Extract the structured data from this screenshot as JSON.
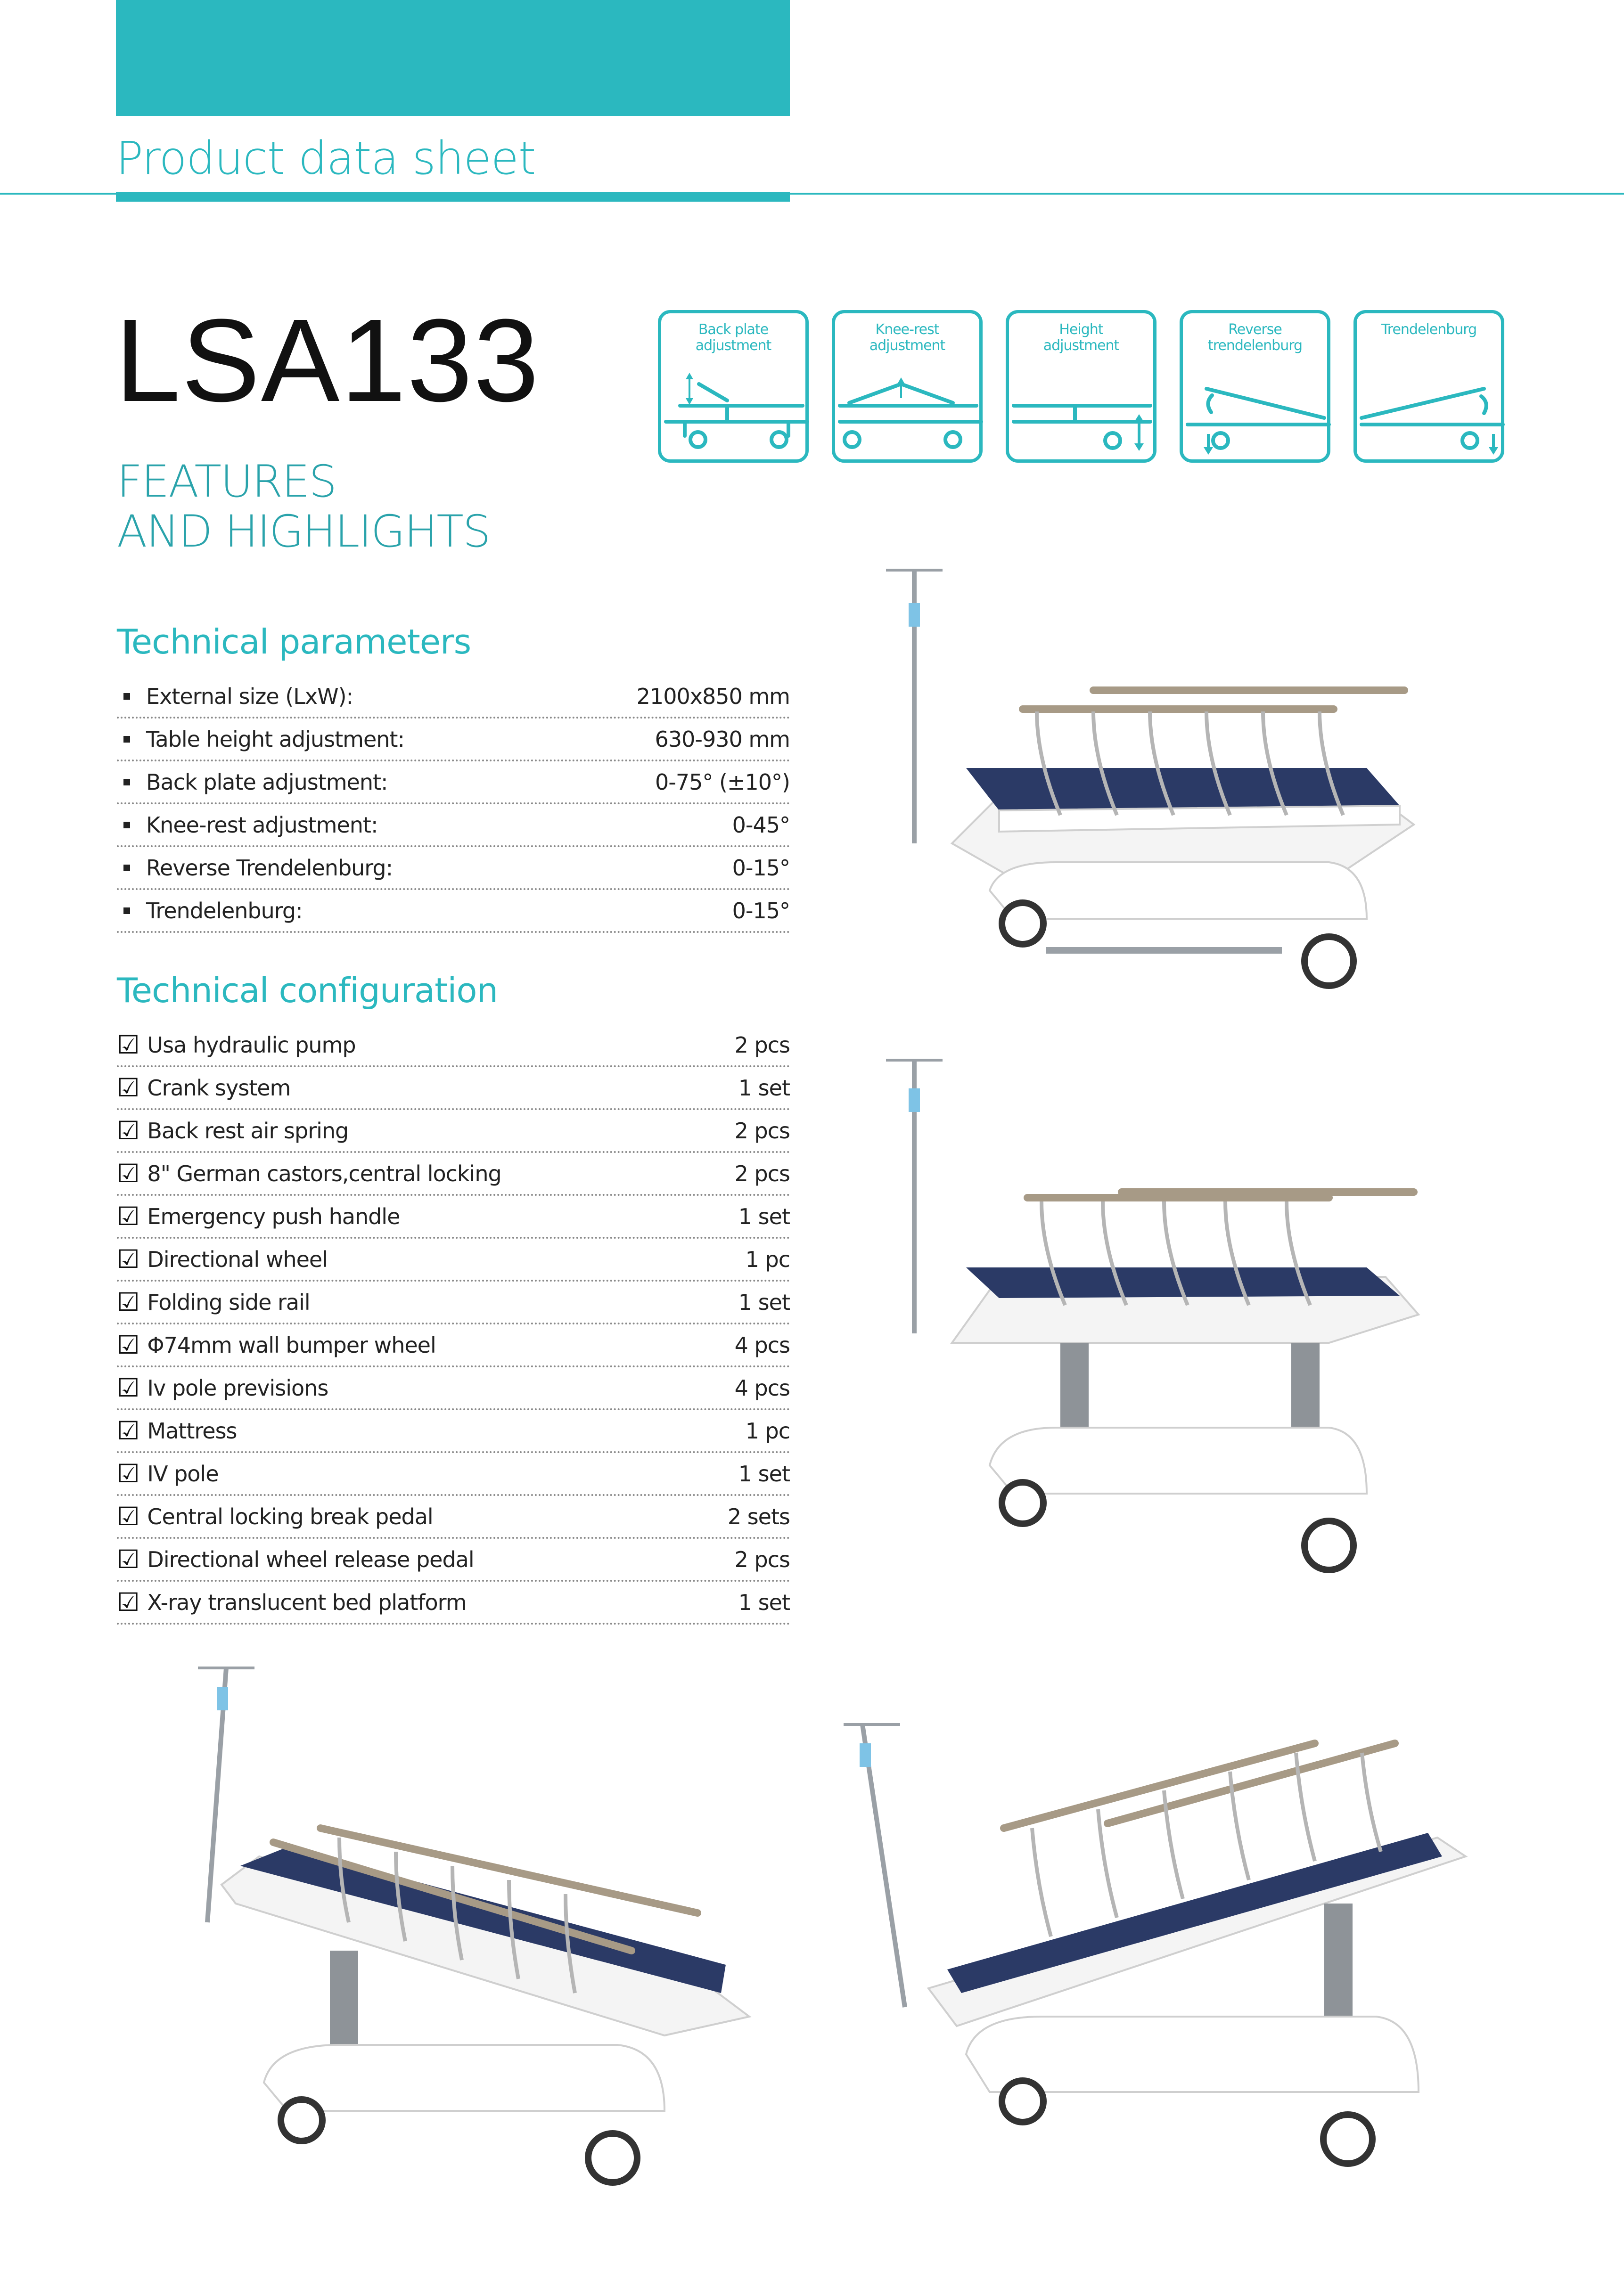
{
  "header": {
    "title": "Product data sheet"
  },
  "model": "LSA133",
  "features_heading": [
    "FEATURES",
    "AND HIGHLIGHTS"
  ],
  "icons": [
    {
      "icon": "back-plate-icon",
      "label_lines": [
        "Back plate",
        "adjustment"
      ]
    },
    {
      "icon": "knee-rest-icon",
      "label_lines": [
        "Knee-rest",
        "adjustment"
      ]
    },
    {
      "icon": "height-icon",
      "label_lines": [
        "Height",
        "adjustment"
      ]
    },
    {
      "icon": "reverse-trendelenburg-icon",
      "label_lines": [
        "Reverse",
        "trendelenburg"
      ]
    },
    {
      "icon": "trendelenburg-icon",
      "label_lines": [
        "Trendelenburg"
      ]
    }
  ],
  "technical_parameters": {
    "title": "Technical parameters",
    "rows": [
      {
        "label": "External size (LxW):",
        "value": "2100x850 mm"
      },
      {
        "label": "Table height adjustment:",
        "value": "630-930 mm"
      },
      {
        "label": "Back plate adjustment:",
        "value": "0-75° (±10°)"
      },
      {
        "label": "Knee-rest adjustment:",
        "value": "0-45°"
      },
      {
        "label": "Reverse Trendelenburg:",
        "value": "0-15°"
      },
      {
        "label": "Trendelenburg:",
        "value": "0-15°"
      }
    ]
  },
  "technical_configuration": {
    "title": "Technical configuration",
    "check_glyph": "☑",
    "rows": [
      {
        "label": "Usa hydraulic pump",
        "value": "2 pcs"
      },
      {
        "label": "Crank system",
        "value": "1 set"
      },
      {
        "label": "Back rest air spring",
        "value": "2 pcs"
      },
      {
        "label": "8\" German castors,central locking",
        "value": "2 pcs"
      },
      {
        "label": "Emergency push handle",
        "value": "1 set"
      },
      {
        "label": "Directional wheel",
        "value": "1 pc"
      },
      {
        "label": "Folding side rail",
        "value": "1 set"
      },
      {
        "label": "Φ74mm wall bumper wheel",
        "value": "4 pcs"
      },
      {
        "label": "Iv pole previsions",
        "value": "4 pcs"
      },
      {
        "label": "Mattress",
        "value": "1 pc"
      },
      {
        "label": "IV pole",
        "value": "1 set"
      },
      {
        "label": "Central locking break pedal",
        "value": "2 sets"
      },
      {
        "label": "Directional wheel release pedal",
        "value": "2 pcs"
      },
      {
        "label": "X-ray translucent bed platform",
        "value": "1 set"
      }
    ]
  },
  "colors": {
    "accent": "#2bb8bf",
    "mattress": "#2b3a66",
    "rail": "#a79a86",
    "frame": "#ffffff"
  }
}
